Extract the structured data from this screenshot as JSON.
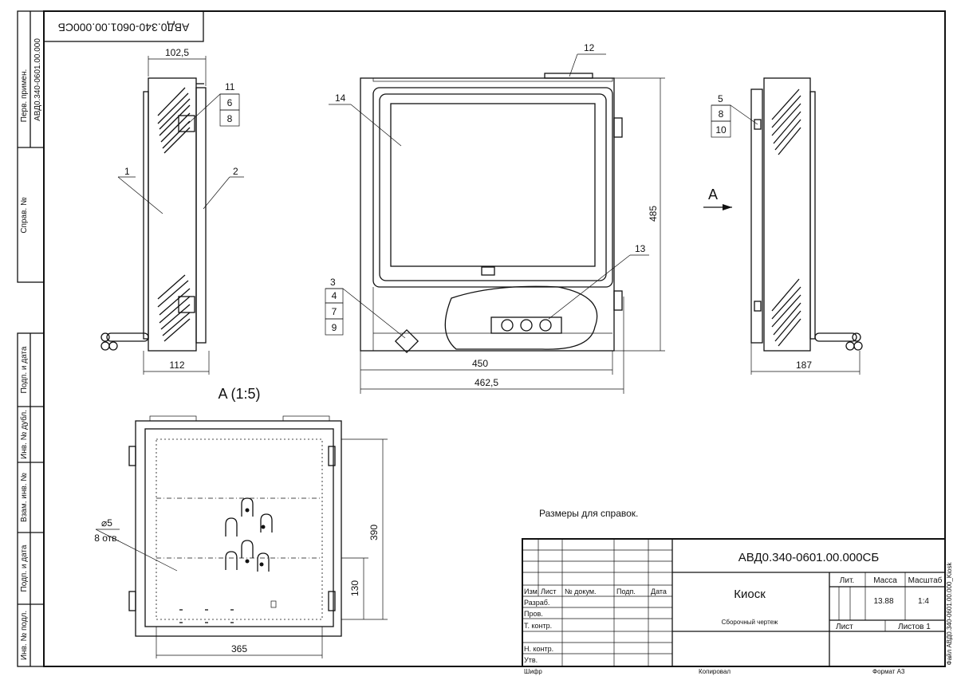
{
  "drawing": {
    "code": "АВД0.340-0601.00.000СБ",
    "code_rotated": "АВД0.340-0601.00.000СБ",
    "name": "Киоск",
    "doc_type": "Сборочный чертеж",
    "note": "Размеры для справок.",
    "view_label": "A (1:5)",
    "view_arrow": "A",
    "file_name": "Файл АВД0.340-0601.00.000_Kiosk"
  },
  "left_strip": {
    "perv_primen_label": "Перв. примен.",
    "perv_primen_value": "АВД0.340-0601.00.000",
    "sprav_label": "Справ. №",
    "podp_data_1": "Подп. и дата",
    "inv_dubl": "Инв. № дубл.",
    "vzam_inv": "Взам. инв. №",
    "podp_data_2": "Подп. и дата",
    "inv_podl": "Инв. № подл."
  },
  "title_block": {
    "col_izm": "Изм.",
    "col_list": "Лист",
    "col_ndokum": "№ докум.",
    "col_podp": "Подп.",
    "col_data": "Дата",
    "row_razrab": "Разраб.",
    "row_prov": "Пров.",
    "row_tkontr": "Т. контр.",
    "row_nkontr": "Н. контр.",
    "row_utv": "Утв.",
    "lit_label": "Лит.",
    "mass_label": "Масса",
    "scale_label": "Масштаб",
    "mass_value": "13.88",
    "scale_value": "1:4",
    "sheet_label": "Лист",
    "sheets_label": "Листов 1",
    "copied": "Копировал",
    "format": "Формат А3",
    "shifr": "Шифр"
  },
  "dimensions": {
    "side_left_top": "102,5",
    "side_left_bottom": "112",
    "front_width_inner": "450",
    "front_width_outer": "462,5",
    "front_height": "485",
    "side_right_bottom": "187",
    "view_height": "390",
    "view_height_small": "130",
    "view_width": "365",
    "hole_dia": "⌀5",
    "hole_count": "8 отв."
  },
  "callouts": {
    "c1": "1",
    "c2": "2",
    "c3": "3",
    "c4": "4",
    "c5": "5",
    "c6": "6",
    "c7": "7",
    "c8": "8",
    "c8b": "8",
    "c9": "9",
    "c10": "10",
    "c11": "11",
    "c12": "12",
    "c13": "13",
    "c14": "14"
  }
}
